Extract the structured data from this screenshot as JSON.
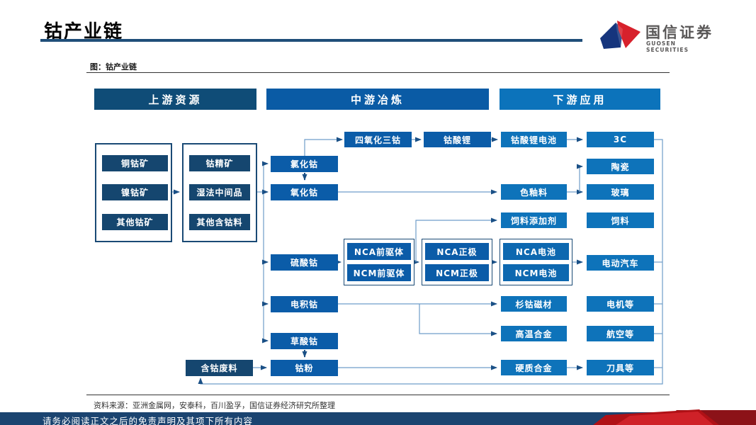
{
  "header": {
    "title": "钴产业链",
    "figure_label": "图：钴产业链",
    "logo": {
      "name": "国信证券",
      "subtitle": "GUOSEN SECURITIES"
    }
  },
  "columns": {
    "upstream": "上游资源",
    "midstream": "中游冶炼",
    "downstream": "下游应用"
  },
  "nodes": {
    "copper_cobalt_ore": "铜钴矿",
    "nickel_cobalt_ore": "镍钴矿",
    "other_cobalt_ore": "其他钴矿",
    "cobalt_concentrate": "钴精矿",
    "hydromet_intermediate": "湿法中间品",
    "other_cobalt_material": "其他含钴料",
    "cobalt_chloride": "氯化钴",
    "cobalt_oxide": "氧化钴",
    "cobalt_sulfate": "硫酸钴",
    "electrowon_cobalt": "电积钴",
    "cobalt_oxalate": "草酸钴",
    "cobalt_powder": "钴粉",
    "cobalt_scrap": "含钴废料",
    "tricobalt_tetroxide": "四氧化三钴",
    "lithium_cobaltate": "钴酸锂",
    "nca_precursor": "NCA前驱体",
    "ncm_precursor": "NCM前驱体",
    "nca_cathode": "NCA正极",
    "ncm_cathode": "NCM正极",
    "lco_battery": "钴酸锂电池",
    "pigment_glaze": "色釉料",
    "feed_additive": "饲料添加剂",
    "nca_battery": "NCA电池",
    "ncm_battery": "NCM电池",
    "smco_magnet": "杉钴磁材",
    "high_temp_alloy": "高温合金",
    "hard_alloy": "硬质合金",
    "consumer_3c": "3C",
    "ceramics": "陶瓷",
    "glass": "玻璃",
    "feed": "饲料",
    "ev": "电动汽车",
    "motors": "电机等",
    "aviation": "航空等",
    "tools": "刀具等"
  },
  "footer": {
    "source": "资料来源：亚洲金属网，安泰科，百川盈孚，国信证券经济研究所整理",
    "disclaimer": "请务必阅读正文之后的免责声明及其项下所有内容"
  },
  "colors": {
    "upstream_header": "#0F4C77",
    "midstream_header": "#0A5BA5",
    "downstream_header": "#0C73BB",
    "upstream_node": "#15466F",
    "midstream_node": "#0B5CA8",
    "downstream_node": "#0E73BA",
    "connector": "#6F9DC9",
    "arrowhead": "#1A5086",
    "title_underline": "#1F4E79",
    "footer_bar": "#1B4470",
    "footer_red": "#CF2128",
    "logo_blue": "#16357D",
    "logo_red": "#D7212C"
  }
}
